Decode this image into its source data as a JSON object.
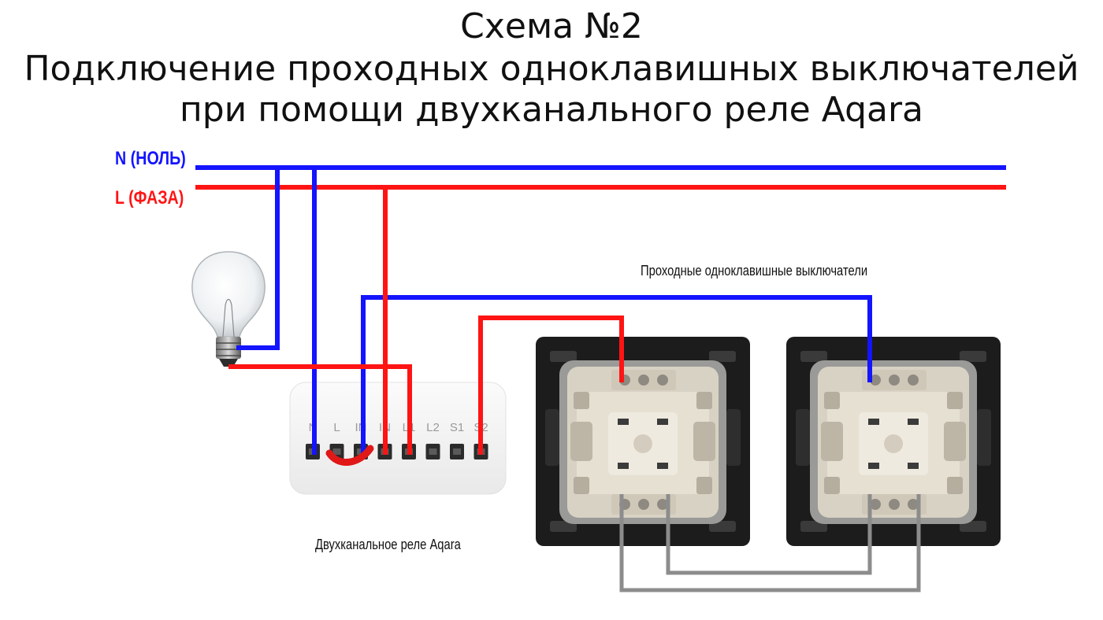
{
  "title": {
    "line1": "Схема №2",
    "line2": "Подключение проходных одноклавишных выключателей",
    "line3": "при помощи двухканального реле Aqara"
  },
  "wires": {
    "neutral_label": "N (НОЛЬ)",
    "phase_label": "L (ФАЗА)"
  },
  "colors": {
    "neutral": "#1414ff",
    "phase": "#ff1414",
    "traveler": "#8c8c8c"
  },
  "relay": {
    "caption": "Двухканальное реле Aqara",
    "terminals": [
      "N",
      "L",
      "IN",
      "IN",
      "L1",
      "L2",
      "S1",
      "S2"
    ]
  },
  "switches": {
    "caption": "Проходные одноклавишные выключатели"
  },
  "icons": {
    "lamp": "light-bulb-icon",
    "relay": "relay-module-icon",
    "switch": "pass-through-switch-icon"
  }
}
